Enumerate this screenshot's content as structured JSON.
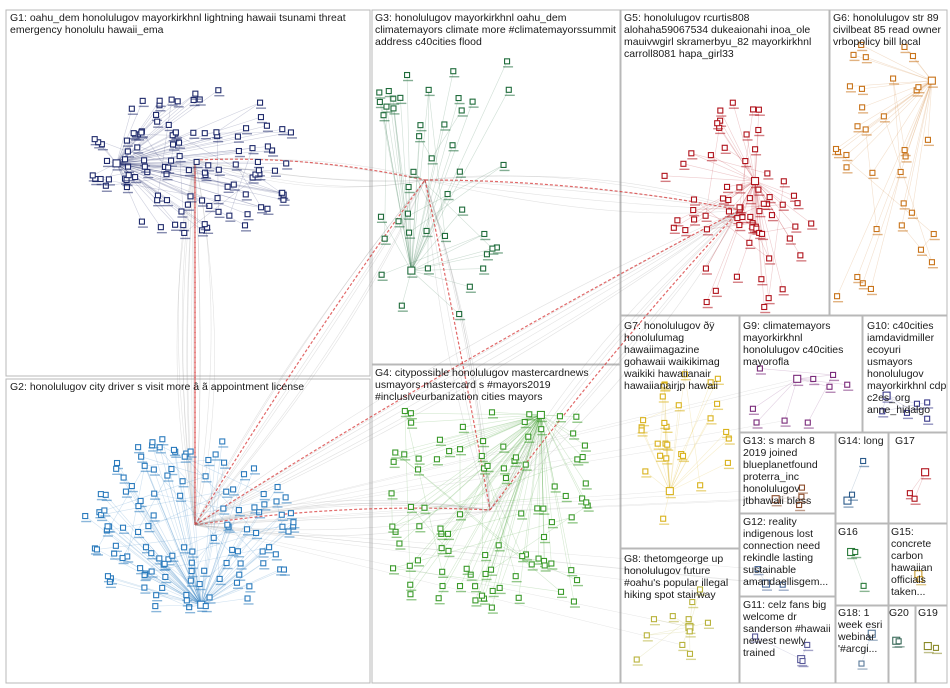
{
  "groups": [
    {
      "id": "G1",
      "label": "G1: oahu_dem honolulugov mayorkirkhnl lightning hawaii tsunami threat emergency honolulu hawaii_ema",
      "color": "#1f2a6b"
    },
    {
      "id": "G2",
      "label": "G2: honolulugov city driver s visit more â ã appointment license",
      "color": "#2b7bbd"
    },
    {
      "id": "G3",
      "label": "G3: honolulugov mayorkirkhnl oahu_dem climatemayors climate more #climatemayorssummit address c40cities flood",
      "color": "#1e6b3a"
    },
    {
      "id": "G4",
      "label": "G4: citypossible honolulugov mastercardnews usmayors mastercard s #mayors2019 #inclusiveurbanization cities mayors",
      "color": "#3a9a2a"
    },
    {
      "id": "G5",
      "label": "G5: honolulugov rcurtis808 alohaha59067534 dukeaionahi inoa_ole mauivwgirl skramerbyu_82 mayorkirkhnl carroll8081 hapa_girl33",
      "color": "#b0121b"
    },
    {
      "id": "G6",
      "label": "G6: honolulugov str 89 civilbeat 85 read owner vrbopolicy bill local",
      "color": "#c8731a"
    },
    {
      "id": "G7",
      "label": "G7: honolulugov ðÿ honolulumag hawaiimagazine gohawaii waikikimag waikiki hawaiianair hawaiianairjp hawaii",
      "color": "#d9b21c"
    },
    {
      "id": "G8",
      "label": "G8: thetomgeorge up honolulugov future #oahu's popular illegal hiking spot stairway",
      "color": "#b8b23a"
    },
    {
      "id": "G9",
      "label": "G9: climatemayors mayorkirkhnl honolulugov c40cities mayorofla",
      "color": "#7a2a7a"
    },
    {
      "id": "G10",
      "label": "G10: c40cities iamdavidmiller ecoyuri usmayors honolulugov mayorkirkhnl cdp c2es_org anne_hidalgo",
      "color": "#3a3a8a"
    },
    {
      "id": "G11",
      "label": "G11: celz fans big welcome dr sanderson #hawaii newest newly trained",
      "color": "#5a5a9a"
    },
    {
      "id": "G12",
      "label": "G12: reality indigenous lost connection need rekindle lasting sustainable amandaellisgem...",
      "color": "#4a6a9a"
    },
    {
      "id": "G13",
      "label": "G13: s march 8 2019 joined blueplanetfound proterra_inc honolulugov jtbhawaii bless",
      "color": "#8a4a2a"
    },
    {
      "id": "G14",
      "label": "G14: long",
      "color": "#2a5a8a"
    },
    {
      "id": "G15",
      "label": "G15: concrete carbon hawaiian officials taken...",
      "color": "#c89a2a"
    },
    {
      "id": "G16",
      "label": "G16",
      "color": "#2a7a3a"
    },
    {
      "id": "G17",
      "label": "G17",
      "color": "#b0121b"
    },
    {
      "id": "G18",
      "label": "G18: 1 week esri webinar '#arcgi...",
      "color": "#5a7a9a"
    },
    {
      "id": "G19",
      "label": "G19",
      "color": "#8a8a2a"
    },
    {
      "id": "G20",
      "label": "G20",
      "color": "#3a6a5a"
    }
  ]
}
